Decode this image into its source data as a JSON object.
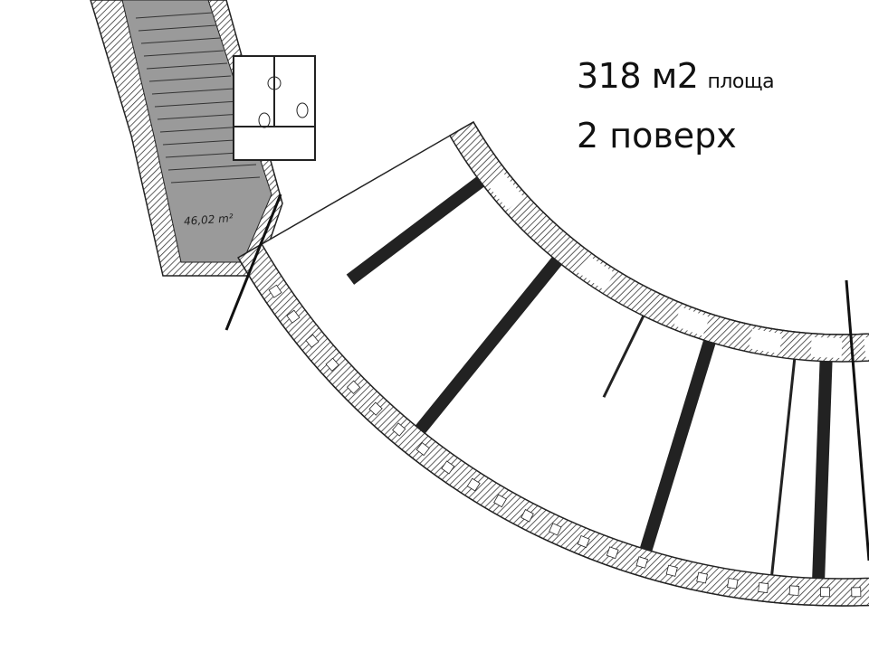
{
  "info": {
    "area_value": "318 м2",
    "area_word": "площа",
    "floor": "2 поверх"
  },
  "rooms": {
    "stair_core_area": "46,02 m²"
  },
  "colors": {
    "wall": "#333333",
    "core_fill": "#9a9a9a",
    "background": "#ffffff",
    "text": "#111111"
  }
}
